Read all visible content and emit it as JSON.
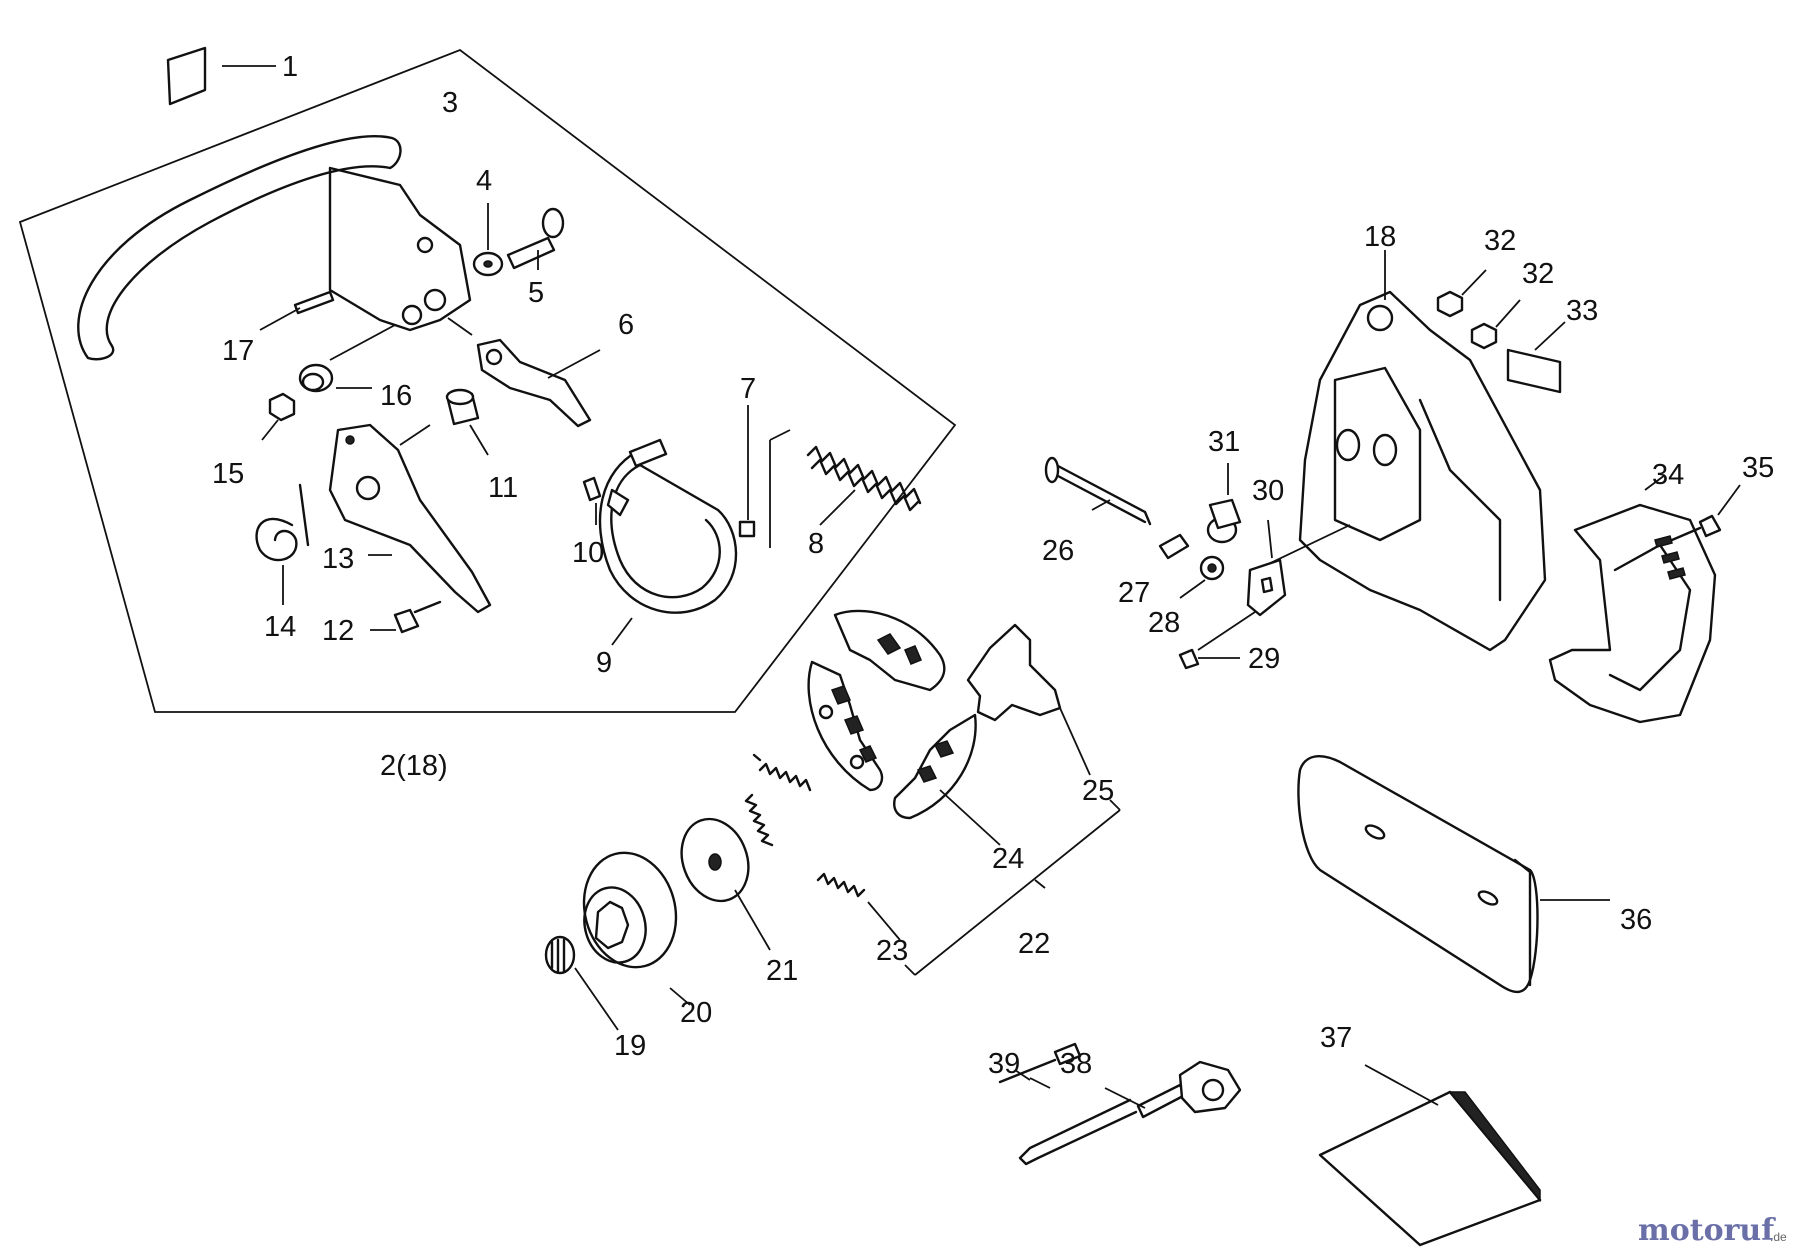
{
  "diagram": {
    "callouts": [
      {
        "id": "1",
        "text": "1"
      },
      {
        "id": "2",
        "text": "2(18)"
      },
      {
        "id": "3",
        "text": "3"
      },
      {
        "id": "4",
        "text": "4"
      },
      {
        "id": "5",
        "text": "5"
      },
      {
        "id": "6",
        "text": "6"
      },
      {
        "id": "7",
        "text": "7"
      },
      {
        "id": "8",
        "text": "8"
      },
      {
        "id": "9",
        "text": "9"
      },
      {
        "id": "10",
        "text": "10"
      },
      {
        "id": "11",
        "text": "11"
      },
      {
        "id": "12",
        "text": "12"
      },
      {
        "id": "13",
        "text": "13"
      },
      {
        "id": "14",
        "text": "14"
      },
      {
        "id": "15",
        "text": "15"
      },
      {
        "id": "16",
        "text": "16"
      },
      {
        "id": "17",
        "text": "17"
      },
      {
        "id": "18",
        "text": "18"
      },
      {
        "id": "19",
        "text": "19"
      },
      {
        "id": "20",
        "text": "20"
      },
      {
        "id": "21",
        "text": "21"
      },
      {
        "id": "22",
        "text": "22"
      },
      {
        "id": "23",
        "text": "23"
      },
      {
        "id": "24",
        "text": "24"
      },
      {
        "id": "25",
        "text": "25"
      },
      {
        "id": "26",
        "text": "26"
      },
      {
        "id": "27",
        "text": "27"
      },
      {
        "id": "28",
        "text": "28"
      },
      {
        "id": "29",
        "text": "29"
      },
      {
        "id": "30",
        "text": "30"
      },
      {
        "id": "31",
        "text": "31"
      },
      {
        "id": "32a",
        "text": "32"
      },
      {
        "id": "32b",
        "text": "32"
      },
      {
        "id": "33",
        "text": "33"
      },
      {
        "id": "34",
        "text": "34"
      },
      {
        "id": "35",
        "text": "35"
      },
      {
        "id": "36",
        "text": "36"
      },
      {
        "id": "37",
        "text": "37"
      },
      {
        "id": "38",
        "text": "38"
      },
      {
        "id": "39",
        "text": "39"
      }
    ]
  },
  "watermark": {
    "brand": "motoruf",
    "suffix": ".de"
  }
}
